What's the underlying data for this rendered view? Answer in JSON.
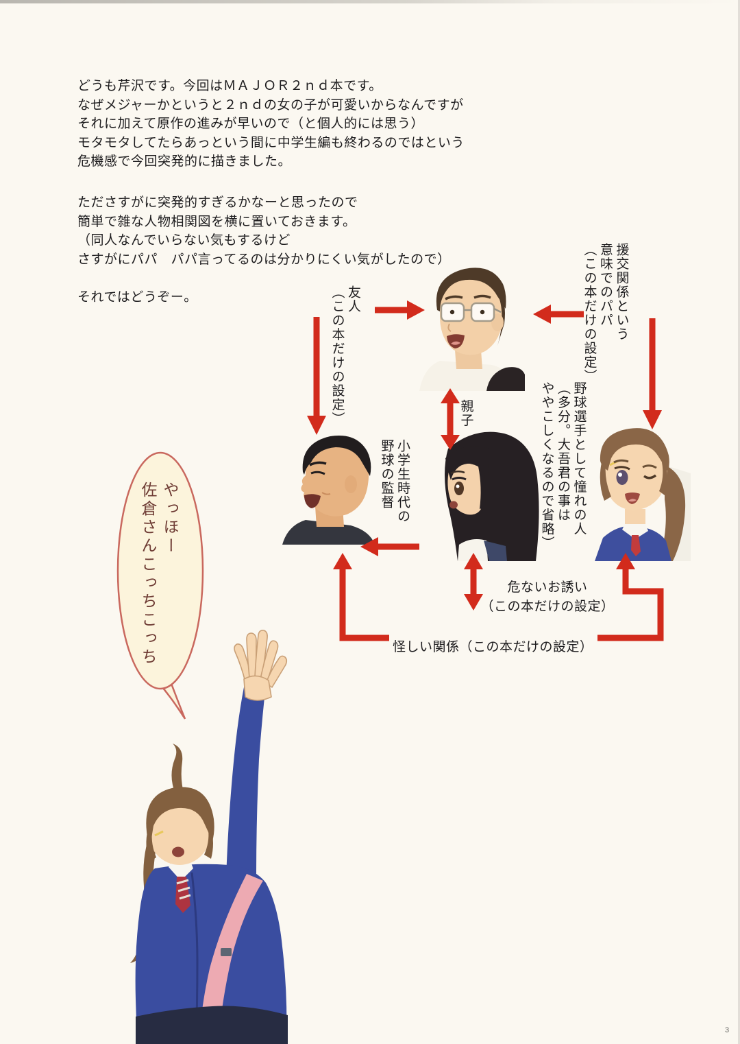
{
  "page": {
    "number": "3"
  },
  "colors": {
    "arrow": "#d22b1c",
    "bubble_fill": "#fcf4dc",
    "bubble_border": "#c9685e",
    "bubble_text": "#6d3a33",
    "background": "#fbf8f1",
    "text": "#1d1c1e"
  },
  "intro": {
    "paragraph1": "どうも芹沢です。今回はＭＡＪＯＲ２ｎｄ本です。\nなぜメジャーかというと２ｎｄの女の子が可愛いからなんですが\nそれに加えて原作の進みが早いので（と個人的には思う）\nモタモタしてたらあっという間に中学生編も終わるのではという\n危機感で今回突発的に描きました。",
    "paragraph2": "たださすがに突発的すぎるかなーと思ったので\n簡単で雑な人物相関図を横に置いておきます。\n（同人なんでいらない気もするけど\nさすがにパパ　パパ言ってるのは分かりにくい気がしたので）",
    "paragraph3": "それではどうぞー。"
  },
  "diagram": {
    "labels": {
      "friend": "友人\n（この本だけの設定）",
      "papa": "援交関係という\n意味でのパパ\n（この本だけの設定）",
      "parent_child": "親子",
      "admired_player": "野球選手として憧れの人\n（多分。大吾君の事は\nややこしくなるので省略）",
      "coach": "小学生時代の\n野球の監督",
      "dangerous_invitation": "危ないお誘い\n（この本だけの設定）",
      "suspicious_relation": "怪しい関係（この本だけの設定）"
    },
    "characters": [
      {
        "name": "glasses-man"
      },
      {
        "name": "coach"
      },
      {
        "name": "black-haired-girl"
      },
      {
        "name": "winking-girl"
      },
      {
        "name": "waving-girl"
      }
    ]
  },
  "speech_bubble": {
    "text": "やっほー\n佐倉さんこっちこっち"
  }
}
